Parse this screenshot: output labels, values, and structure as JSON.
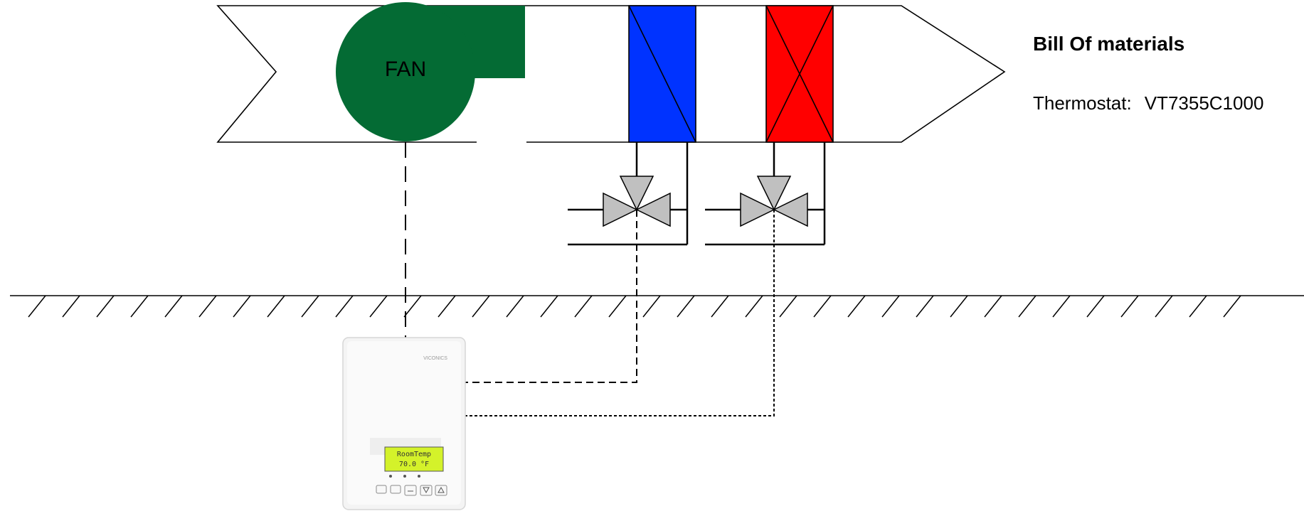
{
  "diagram": {
    "fan_label": "FAN",
    "colors": {
      "fan": "#046b34",
      "cooling_coil": "#0033ff",
      "heating_coil": "#ff0000",
      "valve": "#c0c0c0",
      "lcd": "#d4f22a",
      "line": "#000000"
    },
    "thermostat_display": {
      "line1": "RoomTemp",
      "line2": "70.0 °F"
    },
    "thermostat_brand": "VICONICS"
  },
  "bill_of_materials": {
    "title": "Bill Of materials",
    "items": [
      {
        "label": "Thermostat:",
        "value": "VT7355C1000"
      }
    ]
  }
}
